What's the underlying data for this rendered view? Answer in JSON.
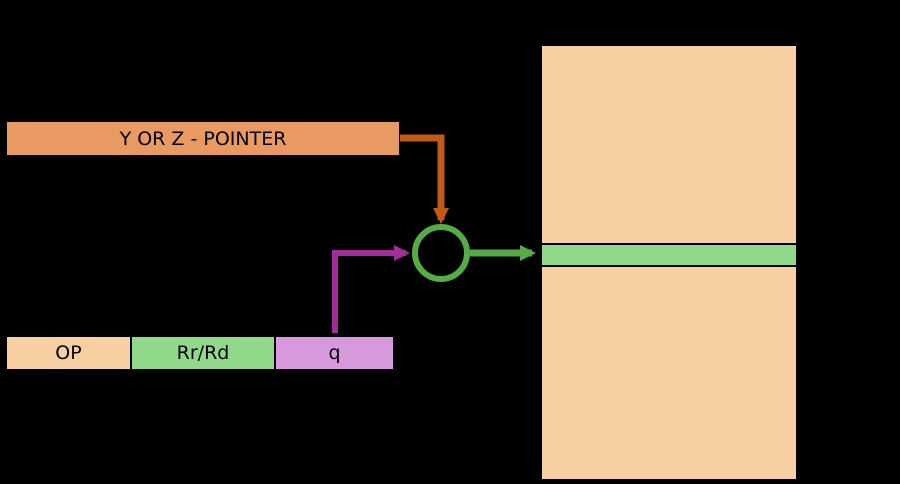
{
  "canvas": {
    "background": "#000000"
  },
  "pointer_register": {
    "label": "Y OR Z - POINTER",
    "fill": "#E99A63"
  },
  "instruction_word": {
    "fields": [
      {
        "name": "opcode",
        "label": "OP",
        "fill": "#F8CFA3"
      },
      {
        "name": "register",
        "label": "Rr/Rd",
        "fill": "#90D98B"
      },
      {
        "name": "displacement",
        "label": "q",
        "fill": "#D898DE"
      }
    ]
  },
  "adder": {
    "stroke_color": "#55AB46",
    "fill": "#000000"
  },
  "memory": {
    "fill": "#F8CFA3",
    "highlight_row_fill": "#90D98B"
  },
  "arrows": {
    "pointer_to_adder": {
      "color": "#C05A15"
    },
    "displacement_to_adder": {
      "color": "#A22D9A"
    },
    "adder_to_memory": {
      "color": "#55AB46"
    }
  }
}
